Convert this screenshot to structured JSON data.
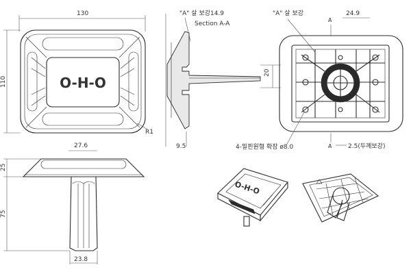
{
  "dims": {
    "top_width": "130",
    "top_height": "110",
    "radius": "R1",
    "front_width": "27.6",
    "front_head": "25",
    "front_stem": "75",
    "front_bottom": "23.8",
    "section_a_label": "\"A\" 살 보강14.9",
    "section_title": "Section A-A",
    "section_thickness": "9.5",
    "pin_spec": "4-밀핀원형 확장 ø8.0",
    "back_label": "\"A\" 살 보강",
    "back_top": "24.9",
    "back_20": "20",
    "back_bottom": "2.5(두께보강)",
    "marker_a_top": "A",
    "marker_a_bottom": "A"
  },
  "logo_text": "O-H-O"
}
